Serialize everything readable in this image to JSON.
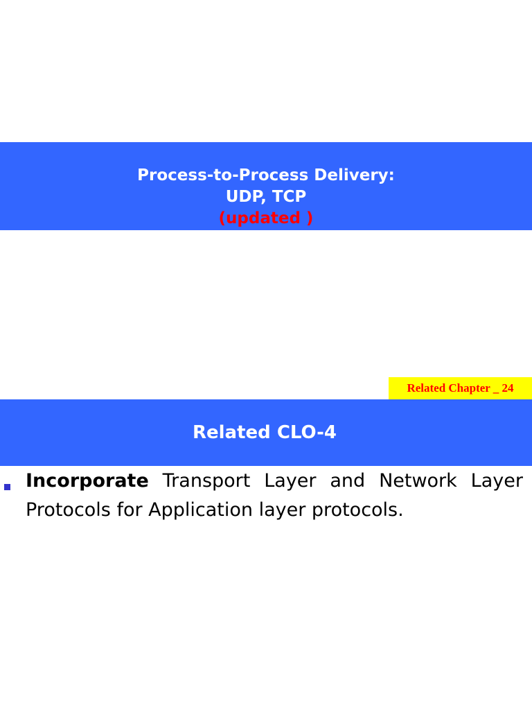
{
  "title": {
    "line1": "Process-to-Process Delivery:",
    "line2": "UDP, TCP",
    "line3": "(updated )"
  },
  "chapter_badge": "Related Chapter _ 24",
  "clo_heading": "Related CLO-4",
  "bullet": {
    "bold_word": "Incorporate",
    "line1_words": [
      "Transport",
      "Layer",
      "and",
      "Network",
      "Layer"
    ],
    "line2": "Protocols for Application layer protocols."
  },
  "colors": {
    "band_blue": "#3366ff",
    "updated_red": "#ff0000",
    "badge_yellow": "#ffff00",
    "bullet_square": "#3333cc"
  }
}
